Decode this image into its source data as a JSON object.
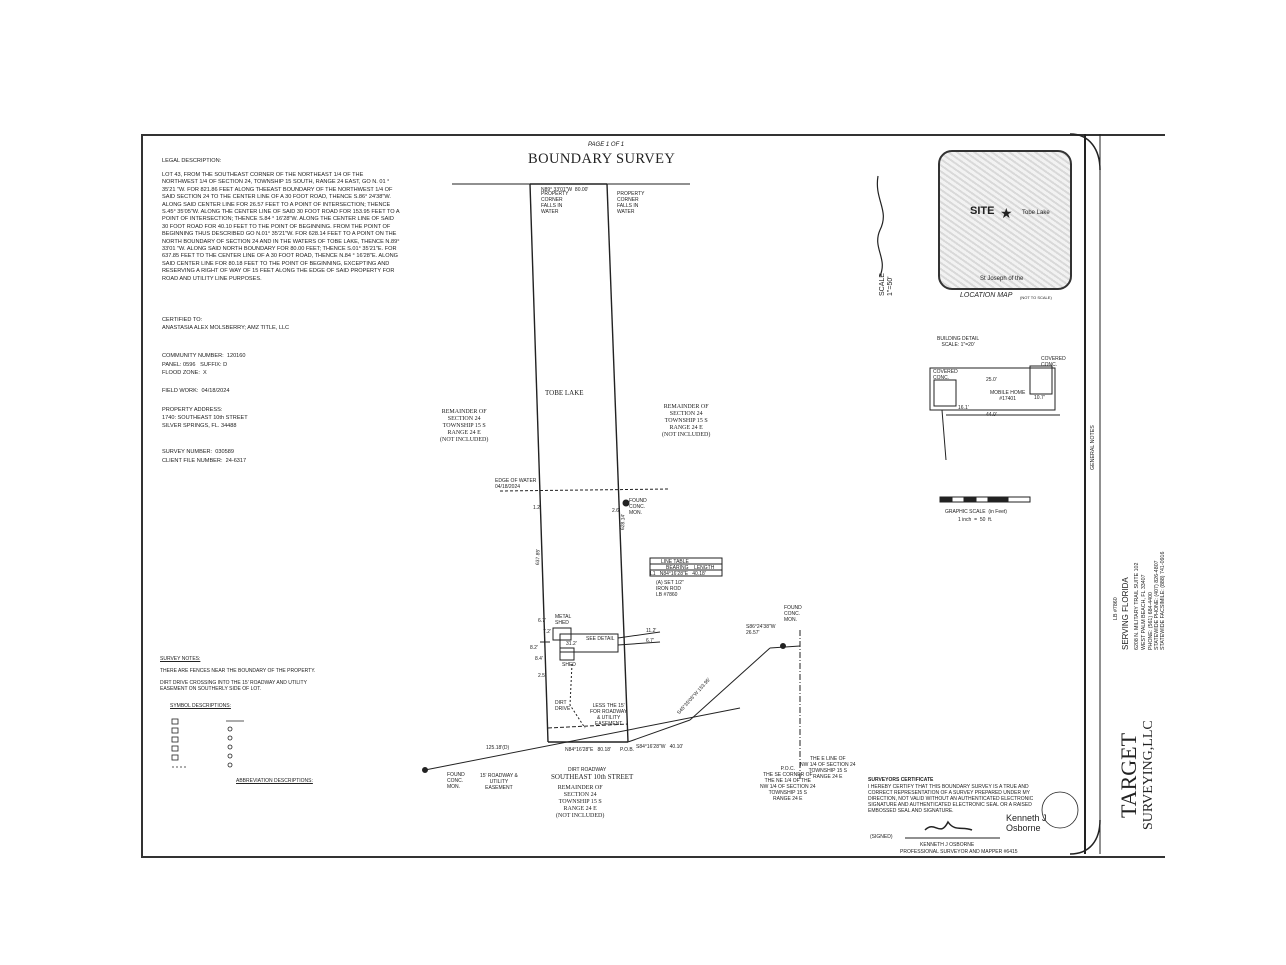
{
  "header": {
    "page": "PAGE 1 OF 1",
    "title": "BOUNDARY SURVEY"
  },
  "legal": {
    "heading": "LEGAL DESCRIPTION:",
    "body": "LOT 43, FROM THE SOUTHEAST CORNER OF THE NORTHEAST 1/4 OF THE NORTHWEST 1/4 OF SECTION 24, TOWNSHIP 15 SOUTH, RANGE 24 EAST, GO N. 01 ° 35'21 \"W. FOR 821.86 FEET ALONG THEEAST BOUNDARY OF THE NORTHWEST 1/4 OF SAID SECTION 24 TO THE CENTER LINE OF A 30 FOOT ROAD, THENCE S.86° 24'38\"W. ALONG SAID CENTER LINE FOR 26.57 FEET TO A POINT OF INTERSECTION; THENCE S.45° 35'05\"W. ALONG THE CENTER LINE OF SAID 30 FOOT ROAD FOR 153.95 FEET TO A POINT OF INTERSECTION; THENCE S.84 ° 16'28\"W. ALONG THE CENTER LINE OF SAID 30 FOOT ROAD FOR 40.10 FEET TO THE POINT OF BEGINNING. FROM THE POINT OF BEGINNING THUS DESCRIBED GO N.01° 35'21\"W. FOR 628.14 FEET TO A POINT ON THE NORTH BOUNDARY OF SECTION 24 AND IN THE WATERS OF TOBE LAKE, THENCE N.89° 33'01 \"W. ALONG SAID NORTH BOUNDARY FOR 80.00 FEET; THENCE S.01° 35'21\"E. FOR 637.85 FEET TO THE CENTER LINE OF A 30 FOOT ROAD, THENCE N.84 ° 16'28\"E. ALONG SAID CENTER LINE FOR 80.18 FEET TO THE POINT OF BEGINNING, EXCEPTING AND RESERVING A RIGHT OF WAY OF 15 FEET ALONG THE EDGE OF SAID PROPERTY FOR ROAD AND UTILITY LINE PURPOSES."
  },
  "certified": {
    "heading": "CERTIFIED TO:",
    "names": "ANASTASIA ALEX MOLSBERRY; AMZ TITLE, LLC"
  },
  "community": {
    "number": "COMMUNITY NUMBER:  120160",
    "panel": "PANEL: 0596   SUFFIX: D",
    "zone": "FLOOD ZONE:  X"
  },
  "field_work": "FIELD WORK:  04/18/2024",
  "address": {
    "heading": "PROPERTY ADDRESS:",
    "line1": "1740: SOUTHEAST 10th STREET",
    "line2": "SILVER SPRINGS, FL. 34488"
  },
  "survey": {
    "number": "SURVEY NUMBER:  030589",
    "client": "CLIENT FILE NUMBER:  24-6317"
  },
  "survey_notes": {
    "heading": "SURVEY NOTES:",
    "note1": "THERE ARE FENCES NEAR THE BOUNDARY OF THE PROPERTY.",
    "note2": "DIRT DRIVE CROSSING INTO THE 15' ROADWAY AND UTILITY EASEMENT ON SOUTHERLY SIDE OF LOT."
  },
  "symbols_heading": "SYMBOL DESCRIPTIONS:",
  "abbrev_heading": "ABBREVIATION DESCRIPTIONS:",
  "plan": {
    "bearing_top": "N89° 33'01\"W  80.00'",
    "corner_left": "PROPERTY\nCORNER\nFALLS IN\nWATER",
    "corner_right": "PROPERTY\nCORNER\nFALLS IN\nWATER",
    "lake": "TOBE LAKE",
    "rem_left": "REMAINDER OF\nSECTION 24\nTOWNSHIP 15 S\nRANGE 24 E\n(NOT INCLUDED)",
    "rem_right": "REMAINDER OF\nSECTION 24\nTOWNSHIP 15 S\nRANGE 24 E\n(NOT INCLUDED)",
    "rem_bottom": "REMAINDER OF\nSECTION 24\nTOWNSHIP 15 S\nRANGE 24 E\n(NOT INCLUDED)",
    "edge_water": "EDGE OF WATER\n04/18/2024",
    "found_conc": "FOUND\nCONC.\nMON.",
    "line_table": "LINE TABLE",
    "lt_cols": "BEARING    LENGTH",
    "lt_row": "L1   N84°16'28\"E   40.18'",
    "iron_rod": "(A) SET 1/2\"\nIRON ROD\nLB #7860",
    "metal_shed": "METAL\nSHED",
    "see_detail": "SEE DETAIL",
    "shed": "SHED",
    "dirt_drive": "DIRT\nDRIVE",
    "less": "LESS THE 15'\nFOR ROADWAY\n& UTILITY\nEASEMENT",
    "street": "SOUTHEAST 10th STREET",
    "dirt_roadway": "DIRT ROADWAY",
    "bearing_bottom": "N84°16'28\"E   80.18'",
    "bearing_bottom2": "S84°16'28\"W   40.10'",
    "len_125": "125.18'(D)",
    "roadway_ease": "15' ROADWAY &\nUTILITY\nEASEMENT",
    "found_left": "FOUND\nCONC.\nMON.",
    "found_right": "FOUND\nCONC.\nMON.",
    "pob": "P.O.B.",
    "poc": "P.O.C.\nTHE SE CORNER OF\nTHE NE 1/4 OF THE\nNW 1/4 OF SECTION 24\nTOWNSHIP 15 S\nRANGE 24 E",
    "e_line": "THE E LINE OF\nNW 1/4 OF SECTION 24\nTOWNSHIP 15 S\nRANGE 24 E",
    "s86": "S86°24'38\"W\n26.57'",
    "s45": "S45°35'05\"W 153.95'",
    "len_left": "637.85'",
    "len_right": "628.14'",
    "dim_12": "1.2'",
    "dim_26": "2.6'",
    "dim_67": "6.7'",
    "dim_112": "11.2'",
    "dim_72": "7.2'",
    "dim_82": "8.2'",
    "dim_84": "8.4'",
    "dim_25": "2.5'",
    "dim_312": "31.2'",
    "dim_67b": "6.7'"
  },
  "location_map": {
    "site": "SITE",
    "lake": "Tobe Lake",
    "label": "LOCATION MAP",
    "nts": "(NOT TO SCALE)",
    "road": "St Joseph of the"
  },
  "scale": {
    "label": "SCALE\n1\"=50'"
  },
  "building": {
    "title": "BUILDING DETAIL\nSCALE: 1\"=20'",
    "covered_left": "COVERED\nCONC.",
    "covered_right": "COVERED\nCONC.",
    "mobile": "MOBILE HOME\n#17401",
    "dim_250": "25.0'",
    "dim_161": "16.1'",
    "dim_440": "44.0'",
    "dim_107": "10.7'"
  },
  "graphic_scale": {
    "label": "GRAPHIC SCALE  (in Feet)",
    "inch": "1 inch  =  50  ft."
  },
  "surveyor": {
    "heading": "SURVEYORS CERTIFICATE",
    "text": "I HEREBY CERTIFY THAT THIS BOUNDARY SURVEY IS A TRUE AND CORRECT REPRESENTATION OF A SURVEY PREPARED UNDER MY DIRECTION, NOT VALID WITHOUT AN AUTHENTICATED ELECTRONIC SIGNATURE AND AUTHENTICATED ELECTRONIC SEAL OR A RAISED EMBOSSED SEAL AND SIGNATURE.",
    "signed": "(SIGNED)",
    "name": "KENNETH J OSBORNE",
    "title": "PROFESSIONAL SURVEYOR AND MAPPER #6415",
    "e_name": "Kenneth J\nOsborne"
  },
  "company": {
    "name": "TARGET",
    "sub": "SURVEYING,LLC",
    "lb": "LB #7860",
    "serving": "SERVING FLORIDA",
    "address": "6208 N. MILITARY TRAIL SUITE 102\nWEST PALM BEACH, FL 33407",
    "phone": "PHONE: (561) 684-4400",
    "statewide_phone": "STATEWIDE PHONE: (407) 826-4807",
    "fax": "STATEWIDE FACSIMILE: (888) 741-0916"
  },
  "general_notes_heading": "GENERAL NOTES",
  "colors": {
    "ink": "#222222",
    "paper": "#ffffff"
  }
}
